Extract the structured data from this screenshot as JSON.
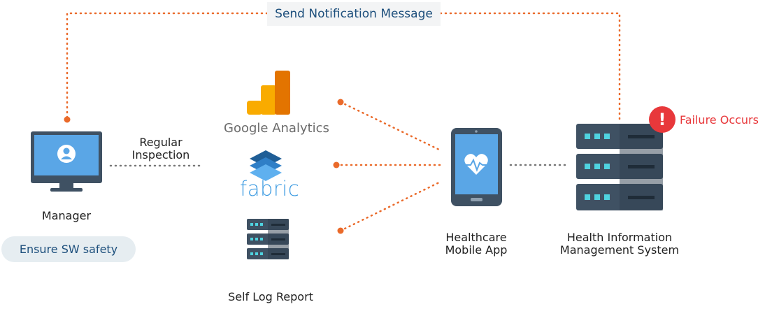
{
  "notification": {
    "label": "Send Notification Message"
  },
  "manager": {
    "label": "Manager",
    "badge": "Ensure SW safety"
  },
  "regular_inspection": {
    "line1": "Regular",
    "line2": "Inspection"
  },
  "tools": {
    "google_analytics": "Google Analytics",
    "fabric": "fabric",
    "self_log": "Self Log Report"
  },
  "mobile_app": {
    "line1": "Healthcare",
    "line2": "Mobile App"
  },
  "his": {
    "line1": "Health Information",
    "line2": "Management System"
  },
  "failure": {
    "label": "Failure Occurs",
    "symbol": "!"
  },
  "colors": {
    "accent_orange": "#ea6a2a",
    "navy_text": "#1d4f7c",
    "alert_red": "#e8383b",
    "server_dark": "#3f5163",
    "screen_blue": "#5aa6e6"
  }
}
